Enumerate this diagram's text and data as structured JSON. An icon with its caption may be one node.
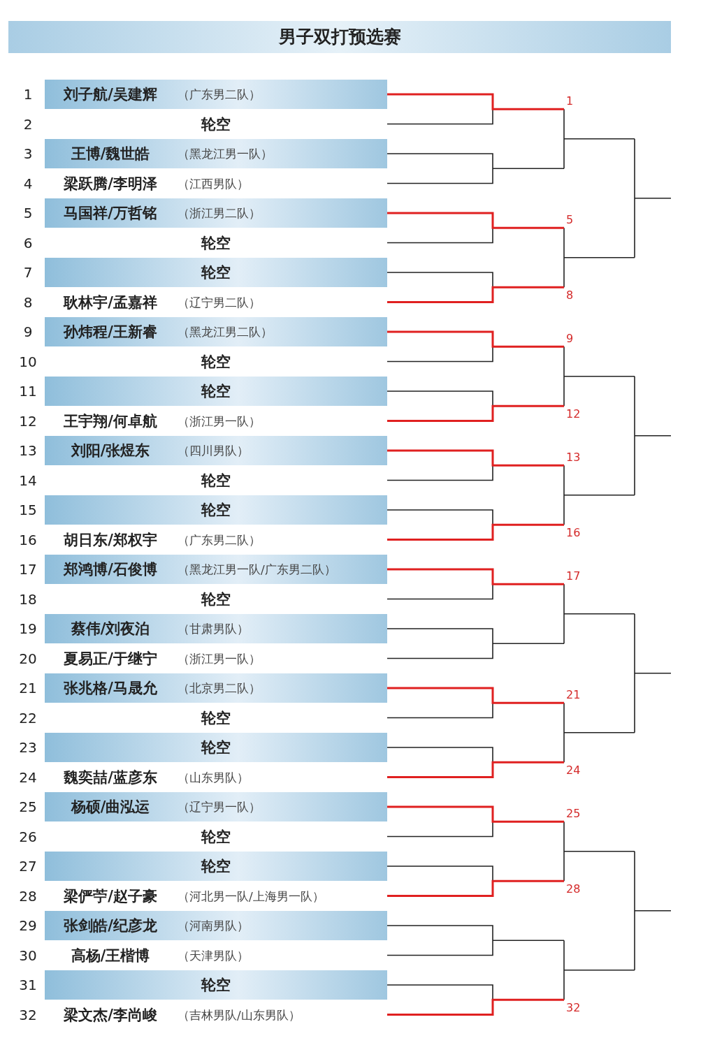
{
  "diagram": {
    "title": "男子双打预选赛",
    "nodes": [
      {
        "text": [
          "1",
          "刘子航/吴建辉",
          "（广东男二队）"
        ]
      },
      {
        "text": [
          "2",
          "轮空"
        ]
      },
      {
        "text": [
          "3",
          "王博/魏世皓",
          "（黑龙江男一队）"
        ]
      },
      {
        "text": [
          "4",
          "梁跃腾/李明泽",
          "（江西男队）"
        ]
      },
      {
        "text": [
          "5",
          "马国祥/万哲铭",
          "（浙江男二队）"
        ]
      },
      {
        "text": [
          "6",
          "轮空"
        ]
      },
      {
        "text": [
          "7",
          "轮空"
        ]
      },
      {
        "text": [
          "8",
          "耿林宇/孟嘉祥",
          "（辽宁男二队）"
        ]
      },
      {
        "text": [
          "9",
          "孙炜程/王新睿",
          "（黑龙江男二队）"
        ]
      },
      {
        "text": [
          "10",
          "轮空"
        ]
      },
      {
        "text": [
          "11",
          "轮空"
        ]
      },
      {
        "text": [
          "12",
          "王宇翔/何卓航",
          "（浙江男一队）"
        ]
      },
      {
        "text": [
          "13",
          "刘阳/张煜东",
          "（四川男队）"
        ]
      },
      {
        "text": [
          "14",
          "轮空"
        ]
      },
      {
        "text": [
          "15",
          "轮空"
        ]
      },
      {
        "text": [
          "16",
          "胡日东/郑权宇",
          "（广东男二队）"
        ]
      },
      {
        "text": [
          "17",
          "郑鸿博/石俊博",
          "（黑龙江男一队/广东男二队）"
        ]
      },
      {
        "text": [
          "18",
          "轮空"
        ]
      },
      {
        "text": [
          "19",
          "蔡伟/刘夜泊",
          "（甘肃男队）"
        ]
      },
      {
        "text": [
          "20",
          "夏易正/于继宁",
          "（浙江男一队）"
        ]
      },
      {
        "text": [
          "21",
          "张兆格/马晟允",
          "（北京男二队）"
        ]
      },
      {
        "text": [
          "22",
          "轮空"
        ]
      },
      {
        "text": [
          "23",
          "轮空"
        ]
      },
      {
        "text": [
          "24",
          "魏奕喆/蓝彦东",
          "（山东男队）"
        ]
      },
      {
        "text": [
          "25",
          "杨硕/曲泓运",
          "（辽宁男一队）"
        ]
      },
      {
        "text": [
          "26",
          "轮空"
        ]
      },
      {
        "text": [
          "27",
          "轮空"
        ]
      },
      {
        "text": [
          "28",
          "梁俨苧/赵子豪",
          "（河北男一队/上海男一队）"
        ]
      },
      {
        "text": [
          "29",
          "张剑皓/纪彦龙",
          "（河南男队）"
        ]
      },
      {
        "text": [
          "30",
          "高杨/王楷博",
          "（天津男队）"
        ]
      },
      {
        "text": [
          "31",
          "轮空"
        ]
      },
      {
        "text": [
          "32",
          "梁文杰/李尚峻",
          "（吉林男队/山东男队）"
        ]
      }
    ],
    "labels": [
      "1",
      "5",
      "8",
      "9",
      "12",
      "13",
      "16",
      "17",
      "21",
      "24",
      "25",
      "28",
      "32"
    ]
  }
}
